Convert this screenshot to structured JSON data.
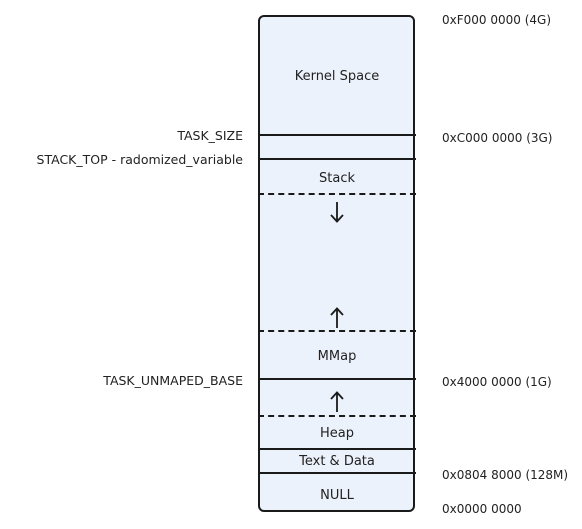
{
  "segments": {
    "kernel": "Kernel Space",
    "stack": "Stack",
    "mmap": "MMap",
    "heap": "Heap",
    "text_data": "Text & Data",
    "null": "NULL"
  },
  "left_labels": {
    "task_size": "TASK_SIZE",
    "stack_top": "STACK_TOP - radomized_variable",
    "task_unmaped_base": "TASK_UNMAPED_BASE"
  },
  "addresses": {
    "top": "0xF000 0000 (4G)",
    "task_size": "0xC000 0000 (3G)",
    "mmap_base": "0x4000 0000 (1G)",
    "text_base": "0x0804 8000 (128M)",
    "zero": "0x0000 0000"
  },
  "arrows": {
    "stack_growth": "down",
    "mmap_growth": "up",
    "heap_growth": "up"
  },
  "colors": {
    "box_fill": "#ecf2fb",
    "line": "#1a1a1a"
  }
}
